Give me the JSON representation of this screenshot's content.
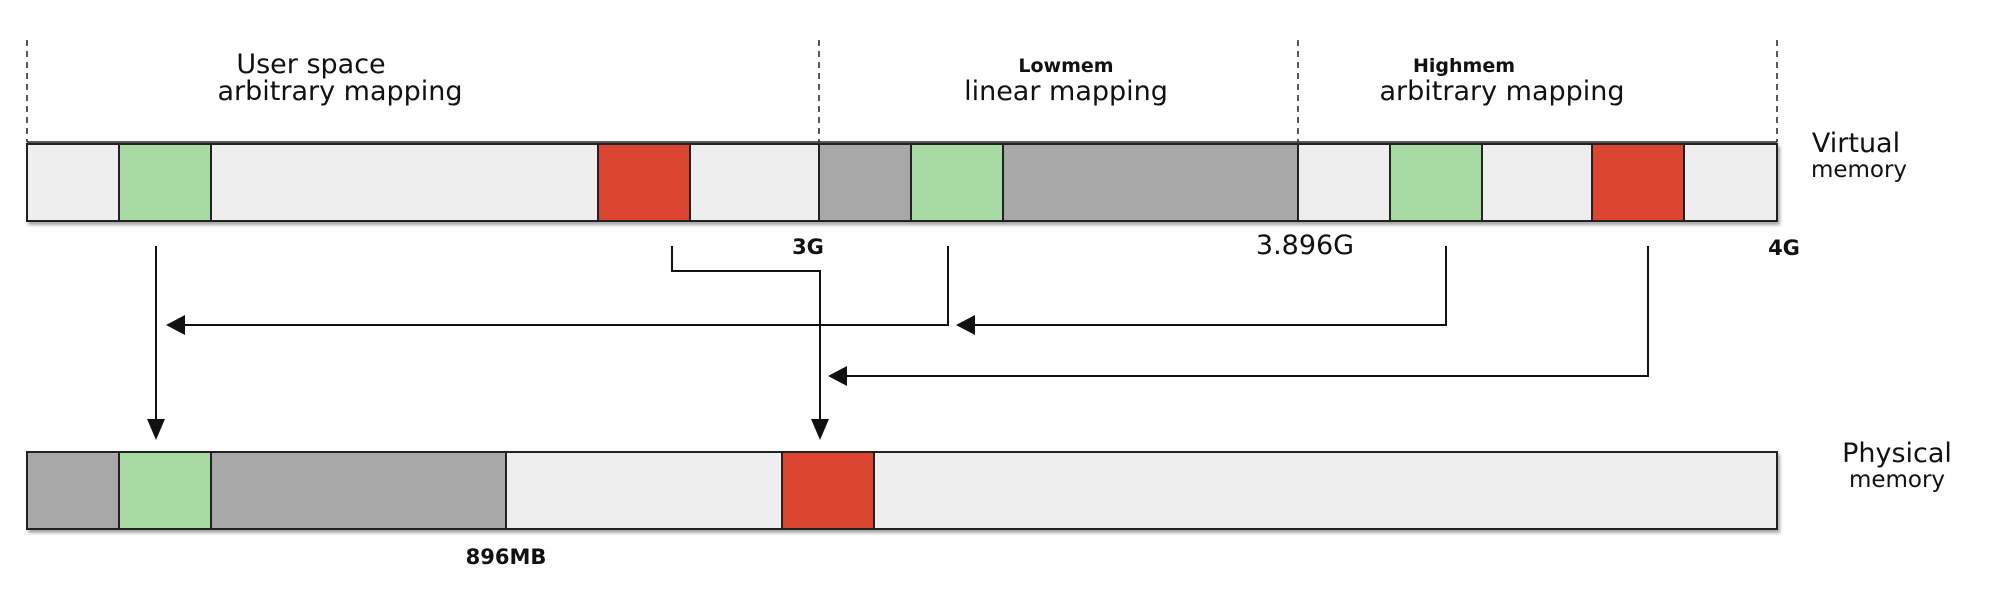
{
  "regions": {
    "user": {
      "line1": "User space",
      "line2": "arbitrary mapping"
    },
    "lowmem": {
      "line1": "Lowmem",
      "line2": "linear mapping"
    },
    "highmem": {
      "line1": "Highmem",
      "line2": "arbitrary mapping"
    }
  },
  "virtual_label": {
    "line1": "Virtual",
    "line2": "memory"
  },
  "physical_label": {
    "line1": "Physical",
    "line2": "memory"
  },
  "ticks": {
    "v_3g": "3G",
    "v_3896g": "3.896G",
    "v_4g": "4G",
    "p_896mb": "896MB"
  },
  "colors": {
    "light": "#eeeeee",
    "gray": "#a8a8a8",
    "green": "#a8dba3",
    "red": "#dc4533"
  }
}
